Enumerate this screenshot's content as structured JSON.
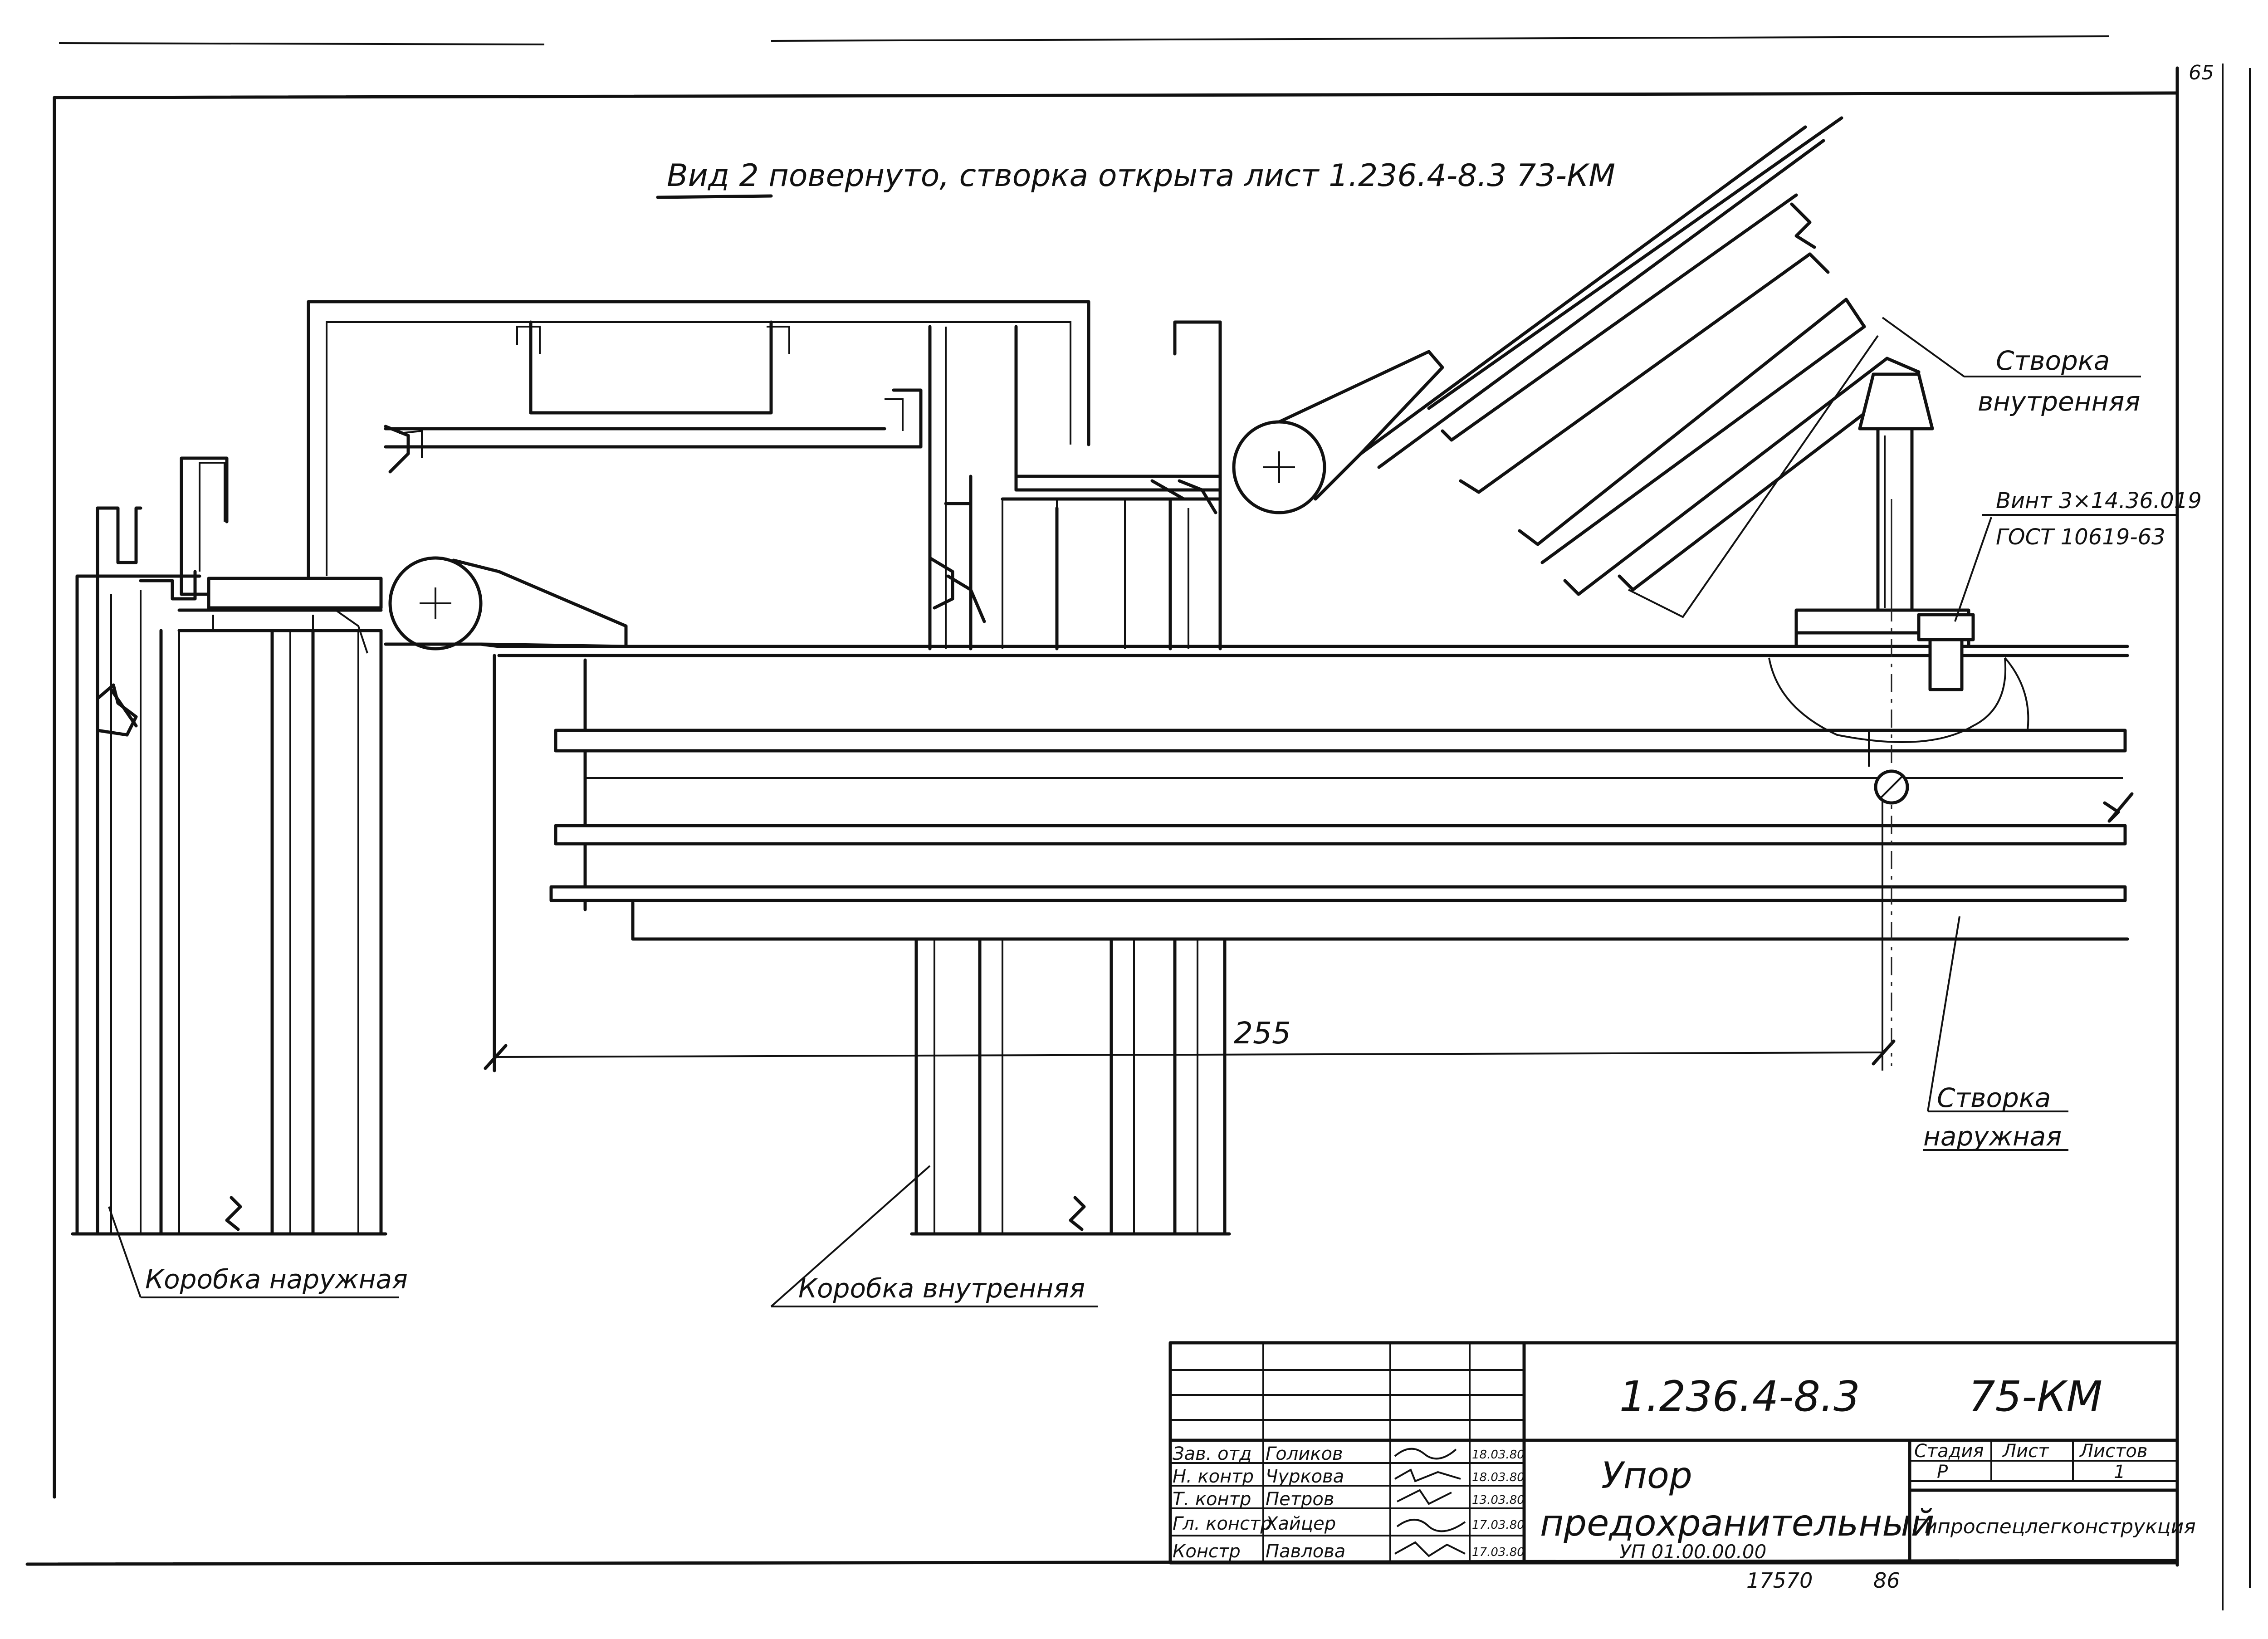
{
  "drawing": {
    "view_title": "Вид 2 повернуто, створка открыта лист 1.236.4-8.3 73-КМ",
    "corner_page_mark": "65",
    "dimension": "255",
    "labels": {
      "sash_inner_line1": "Створка",
      "sash_inner_line2": "внутренняя",
      "screw_line1": "Винт 3×14.36.019",
      "screw_line2": "ГОСТ 10619-63",
      "sash_outer_line1": "Створка",
      "sash_outer_line2": "наружная",
      "frame_outer": "Коробка наружная",
      "frame_inner": "Коробка внутренняя"
    },
    "bottom_notes": {
      "inventory": "17570",
      "year": "86"
    }
  },
  "title_block": {
    "doc_code": "1.236.4-8.3",
    "doc_sheet_code": "75-КМ",
    "part_title_line1": "Упор",
    "part_title_line2": "предохранительный",
    "part_code": "УП 01.00.00.00",
    "organization": "Гипроспецлегконструкция",
    "stage_header": "Стадия",
    "sheet_header": "Лист",
    "sheets_header": "Листов",
    "stage_value": "Р",
    "sheet_value": "",
    "sheets_value": "1",
    "staff": [
      {
        "role": "Зав. отд",
        "name": "Голиков",
        "date": "18.03.80"
      },
      {
        "role": "Н. контр",
        "name": "Чуркова",
        "date": "18.03.80"
      },
      {
        "role": "Т. контр",
        "name": "Петров",
        "date": "13.03.80"
      },
      {
        "role": "Гл. констр",
        "name": "Хайцер",
        "date": "17.03.80"
      },
      {
        "role": "Констр",
        "name": "Павлова",
        "date": "17.03.80"
      }
    ]
  }
}
